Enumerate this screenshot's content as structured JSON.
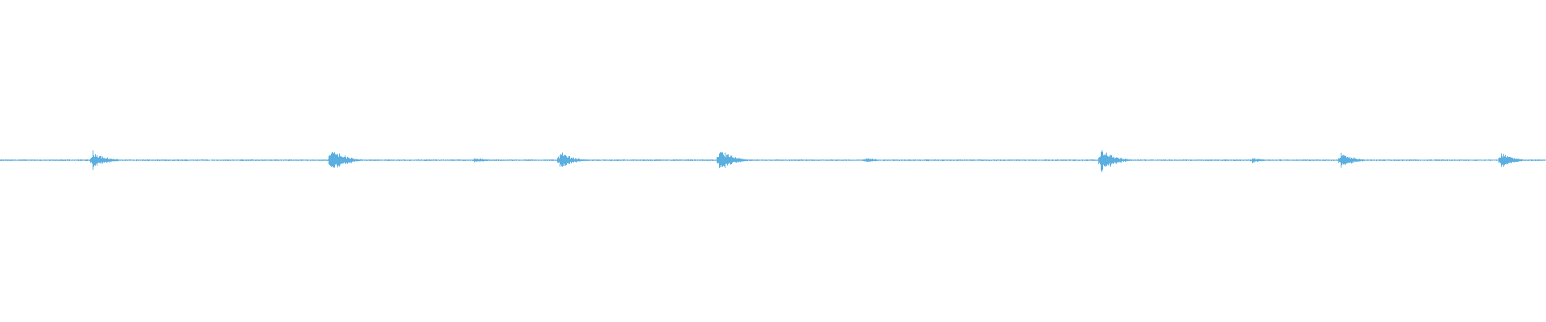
{
  "waveform": {
    "color": "#5aaee0",
    "background": "#ffffff",
    "amplitude_range": [
      -1,
      1
    ],
    "duration_fraction_range": [
      0,
      1
    ],
    "transients": [
      {
        "position": 0.06,
        "amplitude": 0.07
      },
      {
        "position": 0.214,
        "amplitude": 0.11
      },
      {
        "position": 0.307,
        "amplitude": 0.02
      },
      {
        "position": 0.362,
        "amplitude": 0.07
      },
      {
        "position": 0.465,
        "amplitude": 0.09
      },
      {
        "position": 0.56,
        "amplitude": 0.02
      },
      {
        "position": 0.712,
        "amplitude": 0.1
      },
      {
        "position": 0.81,
        "amplitude": 0.02
      },
      {
        "position": 0.867,
        "amplitude": 0.06
      },
      {
        "position": 0.971,
        "amplitude": 0.06
      }
    ],
    "noise_floor": 0.006
  }
}
